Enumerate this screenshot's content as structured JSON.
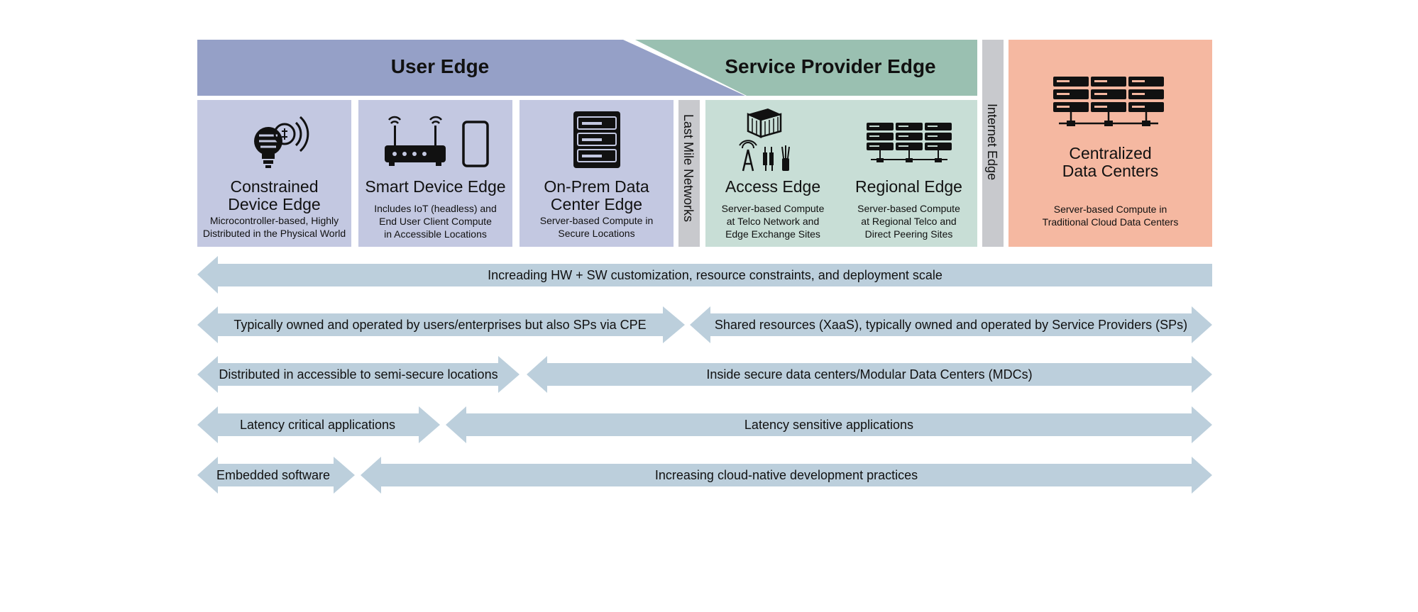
{
  "banners": {
    "user_edge": "User Edge",
    "service_provider_edge": "Service Provider Edge"
  },
  "boxes": {
    "constrained": {
      "title": "Constrained\nDevice Edge",
      "subtitle": "Microcontroller-based, Highly\nDistributed in the Physical World"
    },
    "smart": {
      "title": "Smart Device Edge",
      "subtitle": "Includes IoT (headless) and\nEnd User Client Compute\nin Accessible Locations"
    },
    "onprem": {
      "title": "On-Prem Data\nCenter Edge",
      "subtitle": "Server-based Compute in\nSecure Locations"
    },
    "access": {
      "title": "Access Edge",
      "subtitle": "Server-based Compute\nat Telco Network and\nEdge Exchange Sites"
    },
    "regional": {
      "title": "Regional Edge",
      "subtitle": "Server-based Compute\nat Regional Telco and\nDirect Peering Sites"
    },
    "centralized": {
      "title": "Centralized\nData Centers",
      "subtitle": "Server-based Compute in\nTraditional Cloud Data Centers"
    }
  },
  "vertical_labels": {
    "last_mile": "Last Mile Networks",
    "internet_edge": "Internet Edge"
  },
  "arrows": {
    "row1": "Increading HW + SW customization, resource constraints, and deployment scale",
    "row2_left": "Typically owned and operated by users/enterprises but also SPs via CPE",
    "row2_right": "Shared resources (XaaS), typically owned and operated by Service Providers (SPs)",
    "row3_left": "Distributed in accessible to semi-secure locations",
    "row3_right": "Inside secure data centers/Modular Data Centers (MDCs)",
    "row4_left": "Latency critical applications",
    "row4_right": "Latency sensitive applications",
    "row5_left": "Embedded software",
    "row5_right": "Increasing cloud-native development practices"
  },
  "icons": {
    "constrained": "smart-bulb-icon",
    "smart": "router-and-phone-icon",
    "onprem": "server-stack-icon",
    "access": "container-tower-icon",
    "regional": "server-rack-network-icon",
    "centralized": "data-center-servers-icon"
  },
  "colors": {
    "user_edge_banner": "#95a0c7",
    "user_edge_box": "#c3c8e1",
    "sp_banner": "#9ac0b1",
    "sp_box": "#c8ded6",
    "centralized_box": "#f5b8a1",
    "vertical_bar": "#c8c9cd",
    "arrow": "#bccfdc"
  }
}
